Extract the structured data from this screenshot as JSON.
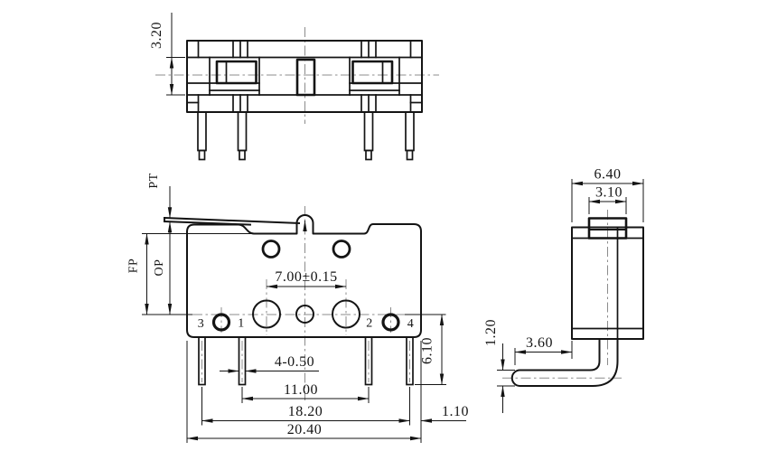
{
  "drawing": {
    "colors": {
      "line": "#141414",
      "centerline": "#8c8c8c",
      "background": "#ffffff"
    },
    "top_view": {
      "dim_height": "3.20"
    },
    "front_view": {
      "label_pt": "PT",
      "label_fp": "FP",
      "label_op": "OP",
      "dim_hole_spacing": "7.00±0.15",
      "pin_labels": [
        "3",
        "1",
        "2",
        "4"
      ],
      "dim_pin_width": "4-0.50",
      "dim_inner_pin_spacing": "11.00",
      "dim_outer_pin_spacing": "18.20",
      "dim_body_width": "20.40",
      "dim_pin_length": "6.10",
      "dim_edge_offset": "1.10"
    },
    "side_view": {
      "dim_body_depth": "6.40",
      "dim_button_width": "3.10",
      "dim_pin_thickness": "1.20",
      "dim_pin_bend_length": "3.60"
    }
  }
}
